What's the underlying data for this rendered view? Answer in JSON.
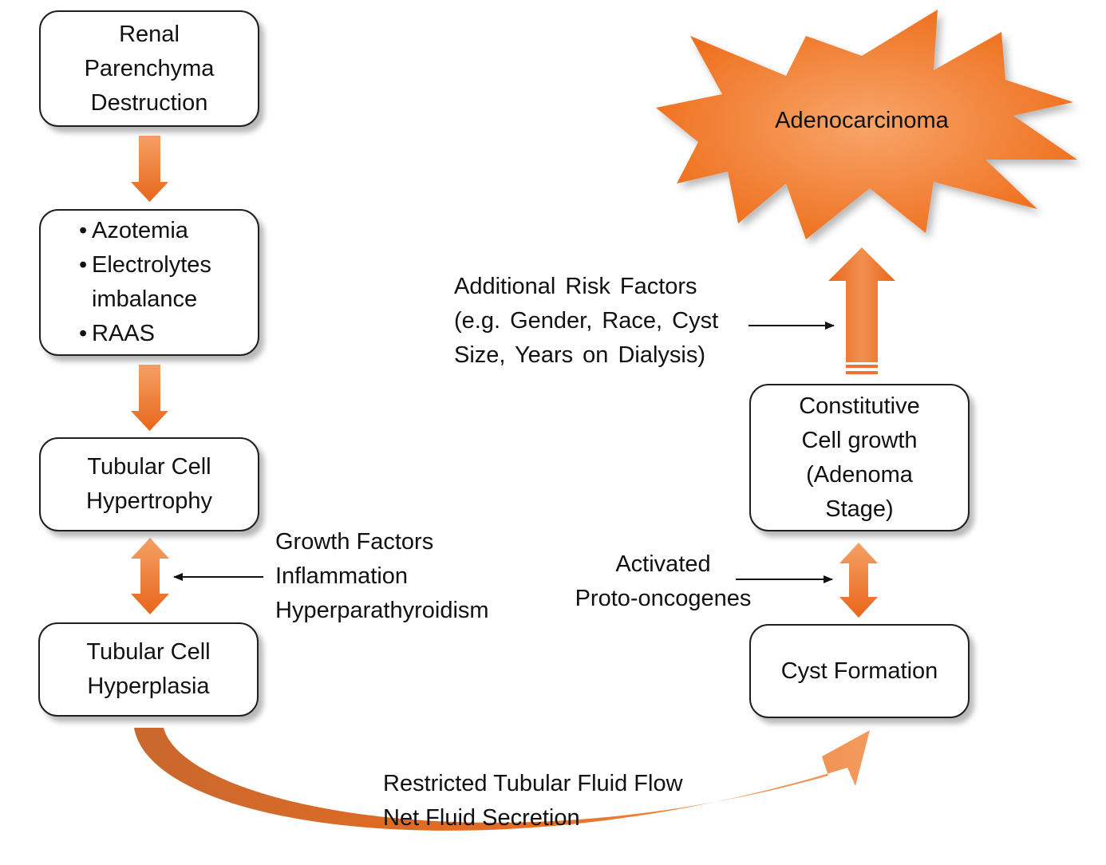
{
  "boxes": {
    "renal": {
      "lines": [
        "Renal",
        "Parenchyma",
        "Destruction"
      ]
    },
    "azotemia": {
      "bullets": [
        "Azotemia",
        "Electrolytes imbalance",
        "RAAS"
      ]
    },
    "hypertrophy": {
      "lines": [
        "Tubular Cell",
        "Hypertrophy"
      ]
    },
    "hyperplasia": {
      "lines": [
        "Tubular Cell",
        "Hyperplasia"
      ]
    },
    "cyst": {
      "lines": [
        "Cyst Formation"
      ]
    },
    "constitutive": {
      "lines": [
        "Constitutive",
        "Cell growth",
        "(Adenoma",
        "Stage)"
      ]
    }
  },
  "adenocarcinoma": {
    "label": "Adenocarcinoma"
  },
  "labels": {
    "growth_factors": [
      "Growth Factors",
      "Inflammation",
      "Hyperparathyroidism"
    ],
    "proto_oncogenes": [
      "Activated",
      "Proto-oncogenes"
    ],
    "risk_factors": [
      "Additional Risk Factors",
      "(e.g. Gender, Race, Cyst",
      "Size, Years on Dialysis)"
    ],
    "fluid": [
      "Restricted Tubular Fluid Flow",
      "Net Fluid Secretion"
    ]
  },
  "colors": {
    "arrow_orange": "#f07a2a",
    "arrow_dark": "#d35f18",
    "star_orange": "#f27a26",
    "box_border": "#1f1f1f"
  }
}
